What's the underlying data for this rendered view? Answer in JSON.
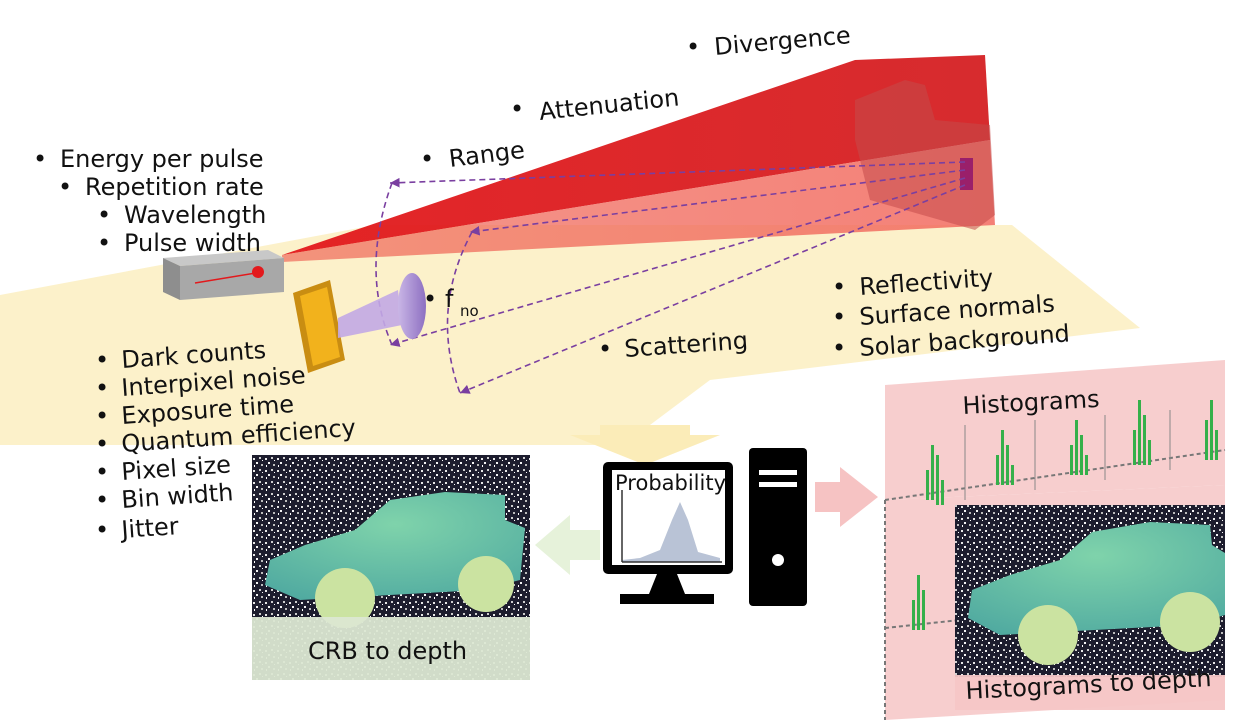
{
  "source_params": [
    "Energy per pulse",
    "Repetition rate",
    "Wavelength",
    "Pulse width"
  ],
  "propagation_params": {
    "range": "Range",
    "attenuation": "Attenuation",
    "divergence": "Divergence"
  },
  "optics": {
    "f_symbol": "f",
    "f_subscript": "no"
  },
  "detector_params": [
    "Dark counts",
    "Interpixel noise",
    "Exposure time",
    "Quantum efficiency",
    "Pixel size",
    "Bin width",
    "Jitter"
  ],
  "scattering": "Scattering",
  "target_params": [
    "Reflectivity",
    "Surface normals",
    "Solar background"
  ],
  "computer": {
    "screen_title": "Probability"
  },
  "outputs": {
    "histograms_title": "Histograms",
    "histograms_to_depth": "Histograms to depth",
    "crb_to_depth": "CRB to depth"
  },
  "bullet": "•",
  "colors": {
    "beam": "#e3191c",
    "ground": "#fbecb8",
    "histogram_panel": "#f6c6c6",
    "histogram_bar": "#35b04a",
    "depth_car": "#6fc6a4",
    "crb_banner": "#dbe7d2",
    "arrow_green": "#e6f2da",
    "arrow_pink": "#f6c3c3",
    "paths": "#7a3fa0"
  }
}
